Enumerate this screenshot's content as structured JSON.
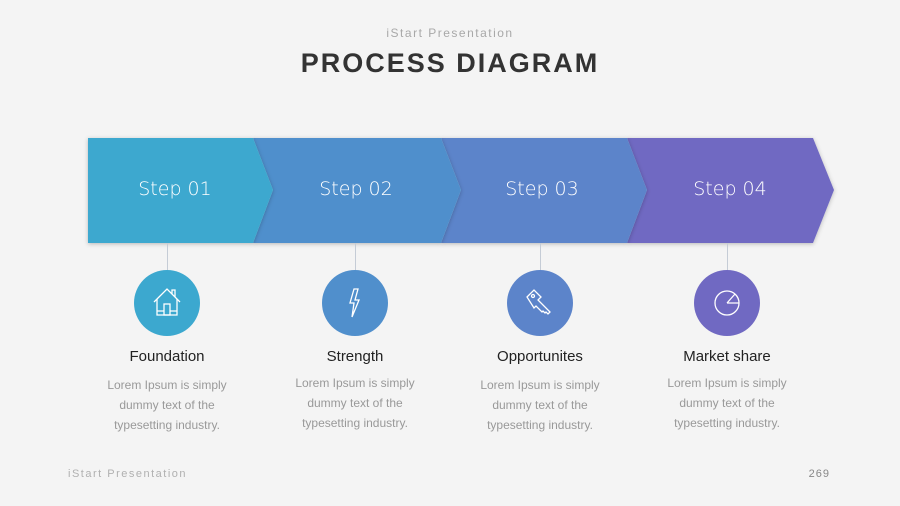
{
  "header": {
    "subtitle": "iStart Presentation",
    "title": "PROCESS DIAGRAM"
  },
  "steps": [
    {
      "label": "Step 01",
      "icon": "home-icon",
      "heading": "Foundation",
      "desc": "Lorem Ipsum is simply dummy text of the typesetting industry.",
      "color": "#3ca8cf"
    },
    {
      "label": "Step 02",
      "icon": "lightning-icon",
      "heading": "Strength",
      "desc": "Lorem Ipsum is simply dummy text of the typesetting industry.",
      "color": "#508fcc"
    },
    {
      "label": "Step 03",
      "icon": "key-icon",
      "heading": "Opportunites",
      "desc": "Lorem Ipsum is simply dummy text of the typesetting industry.",
      "color": "#5c84ca"
    },
    {
      "label": "Step 04",
      "icon": "pie-chart-icon",
      "heading": "Market share",
      "desc": "Lorem Ipsum is simply dummy text of the typesetting industry.",
      "color": "#7069c2"
    }
  ],
  "footer": {
    "text": "iStart Presentation",
    "page": "269"
  }
}
